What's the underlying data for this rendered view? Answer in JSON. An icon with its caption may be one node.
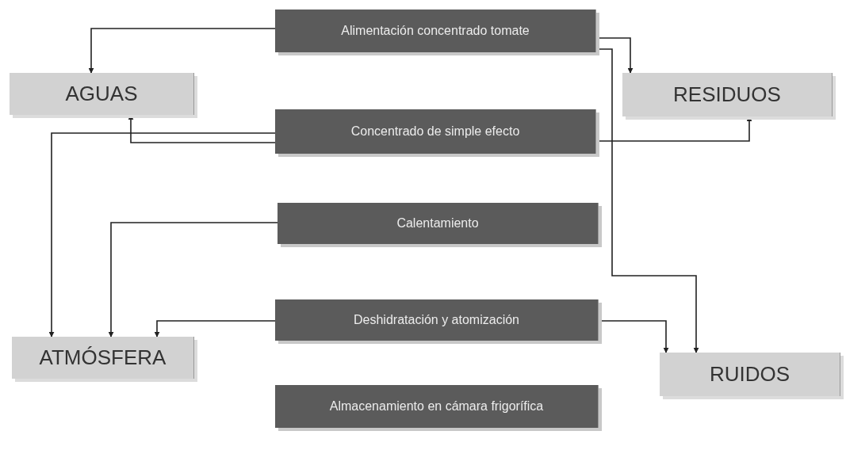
{
  "diagram": {
    "nodes": [
      {
        "text": [
          "Alimentación concentrado tomate"
        ]
      },
      {
        "text": [
          "AGUAS"
        ]
      },
      {
        "text": [
          "RESIDUOS"
        ]
      },
      {
        "text": [
          "Concentrado de simple efecto"
        ]
      },
      {
        "text": [
          "Calentamiento"
        ]
      },
      {
        "text": [
          "ATMÓSFERA"
        ]
      },
      {
        "text": [
          "Deshidratación y atomización"
        ]
      },
      {
        "text": [
          "RUIDOS"
        ]
      },
      {
        "text": [
          "Almacenamiento en cámara frigorífica"
        ]
      }
    ],
    "edges": [
      {
        "from": 0,
        "to": 1,
        "arrow": "to"
      },
      {
        "from": 0,
        "to": 2,
        "arrow": "to"
      },
      {
        "from": 0,
        "to": 7,
        "arrow": "to"
      },
      {
        "from": 3,
        "to": 1,
        "arrow": "to"
      },
      {
        "from": 3,
        "to": 5,
        "arrow": "to"
      },
      {
        "from": 3,
        "to": 2,
        "arrow": "to"
      },
      {
        "from": 4,
        "to": 5,
        "arrow": "to"
      },
      {
        "from": 6,
        "to": 5,
        "arrow": "to"
      },
      {
        "from": 6,
        "to": 7,
        "arrow": "to"
      }
    ]
  }
}
